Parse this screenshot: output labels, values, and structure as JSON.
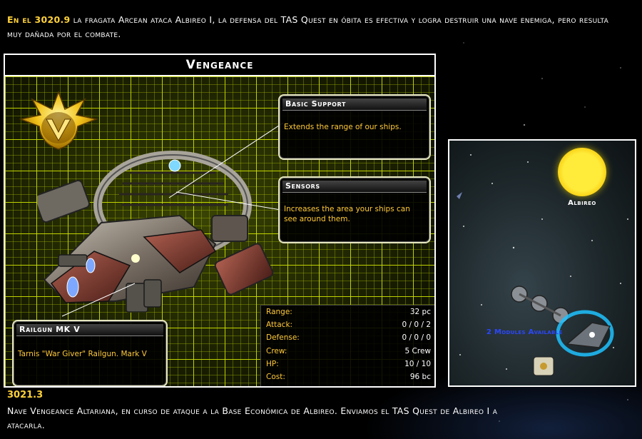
{
  "captions": {
    "top_date": "En el 3020.9",
    "top_text": " la fragata Arcean ataca Albireo I, la defensa del TAS Quest en óbita es efectiva y logra destruir una nave enemiga, pero resulta muy dañada por el combate.",
    "bottom_date": "3021.3",
    "bottom_text": "Nave Vengeance Altariana, en curso de ataque a la Base Económica de Albireo. Enviamos el TAS Quest de Albireo I a atacarla."
  },
  "ship": {
    "name": "Vengeance",
    "faction_icon": "altarian-emblem-icon",
    "modules": [
      {
        "title": "Basic Support",
        "desc": "Extends the range of our ships."
      },
      {
        "title": "Sensors",
        "desc": "Increases the area your ships can see around them."
      },
      {
        "title": "Railgun MK V",
        "desc": "Tarnis \"War Giver\" Railgun. Mark V"
      }
    ],
    "stats": [
      {
        "label": "Range:",
        "value": "32 pc"
      },
      {
        "label": "Attack:",
        "value": "0 / 0 / 2"
      },
      {
        "label": "Defense:",
        "value": "0 / 0 / 0"
      },
      {
        "label": "Crew:",
        "value": "5 Crew"
      },
      {
        "label": "HP:",
        "value": "10 / 10"
      },
      {
        "label": "Cost:",
        "value": "96 bc"
      }
    ]
  },
  "map": {
    "star_name": "Albireo",
    "modules_notice": "2 Modules Available"
  },
  "colors": {
    "accent": "#ffd23a",
    "grid": "#d2e600",
    "modules_text": "#2a47ff"
  }
}
